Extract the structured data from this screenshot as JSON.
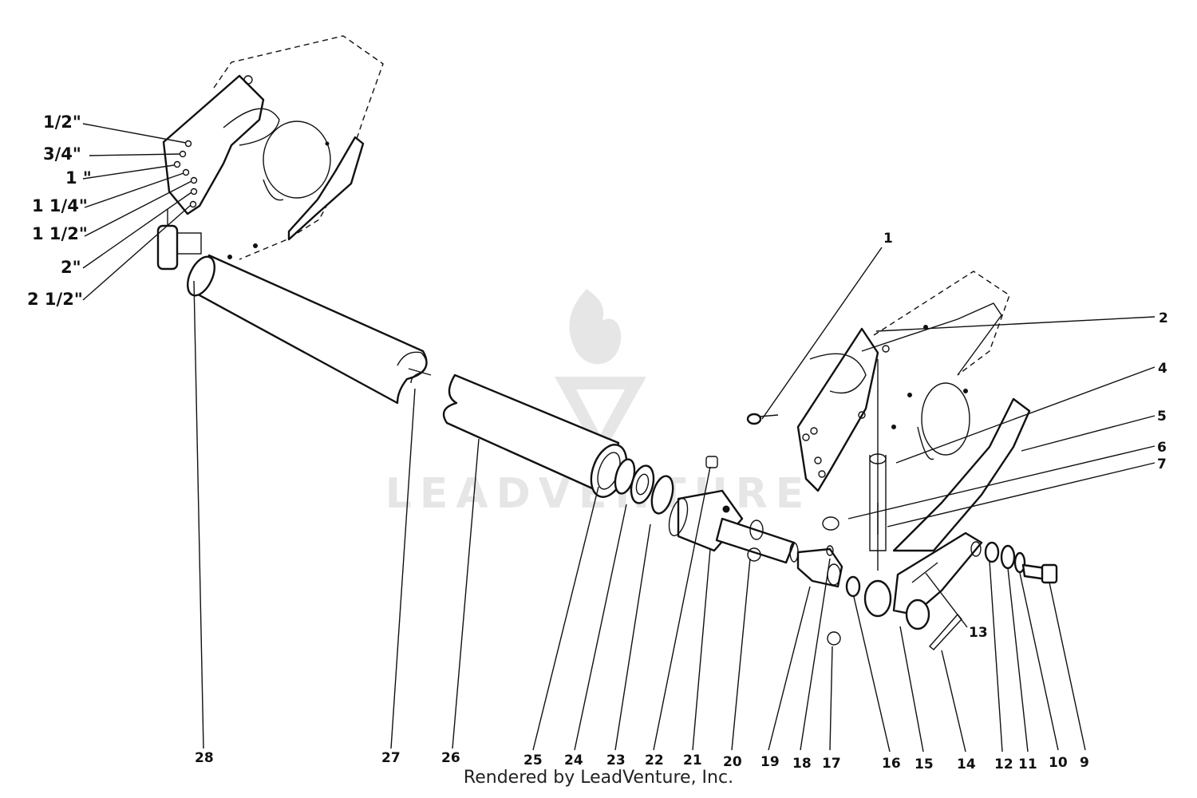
{
  "diagram": {
    "type": "exploded parts diagram",
    "height_settings": [
      "1/2\"",
      "3/4\"",
      "1 \"",
      "1 1/4\"",
      "1 1/2\"",
      "2\"",
      "2 1/2\""
    ],
    "callouts": [
      "1",
      "2",
      "4",
      "5",
      "6",
      "7",
      "13",
      "28",
      "27",
      "26",
      "25",
      "24",
      "23",
      "22",
      "21",
      "20",
      "19",
      "18",
      "17",
      "16",
      "15",
      "14",
      "12",
      "11",
      "10",
      "9"
    ]
  },
  "watermark": {
    "text": "LEADVENTURE"
  },
  "credit": {
    "text": "Rendered by LeadVenture, Inc."
  }
}
